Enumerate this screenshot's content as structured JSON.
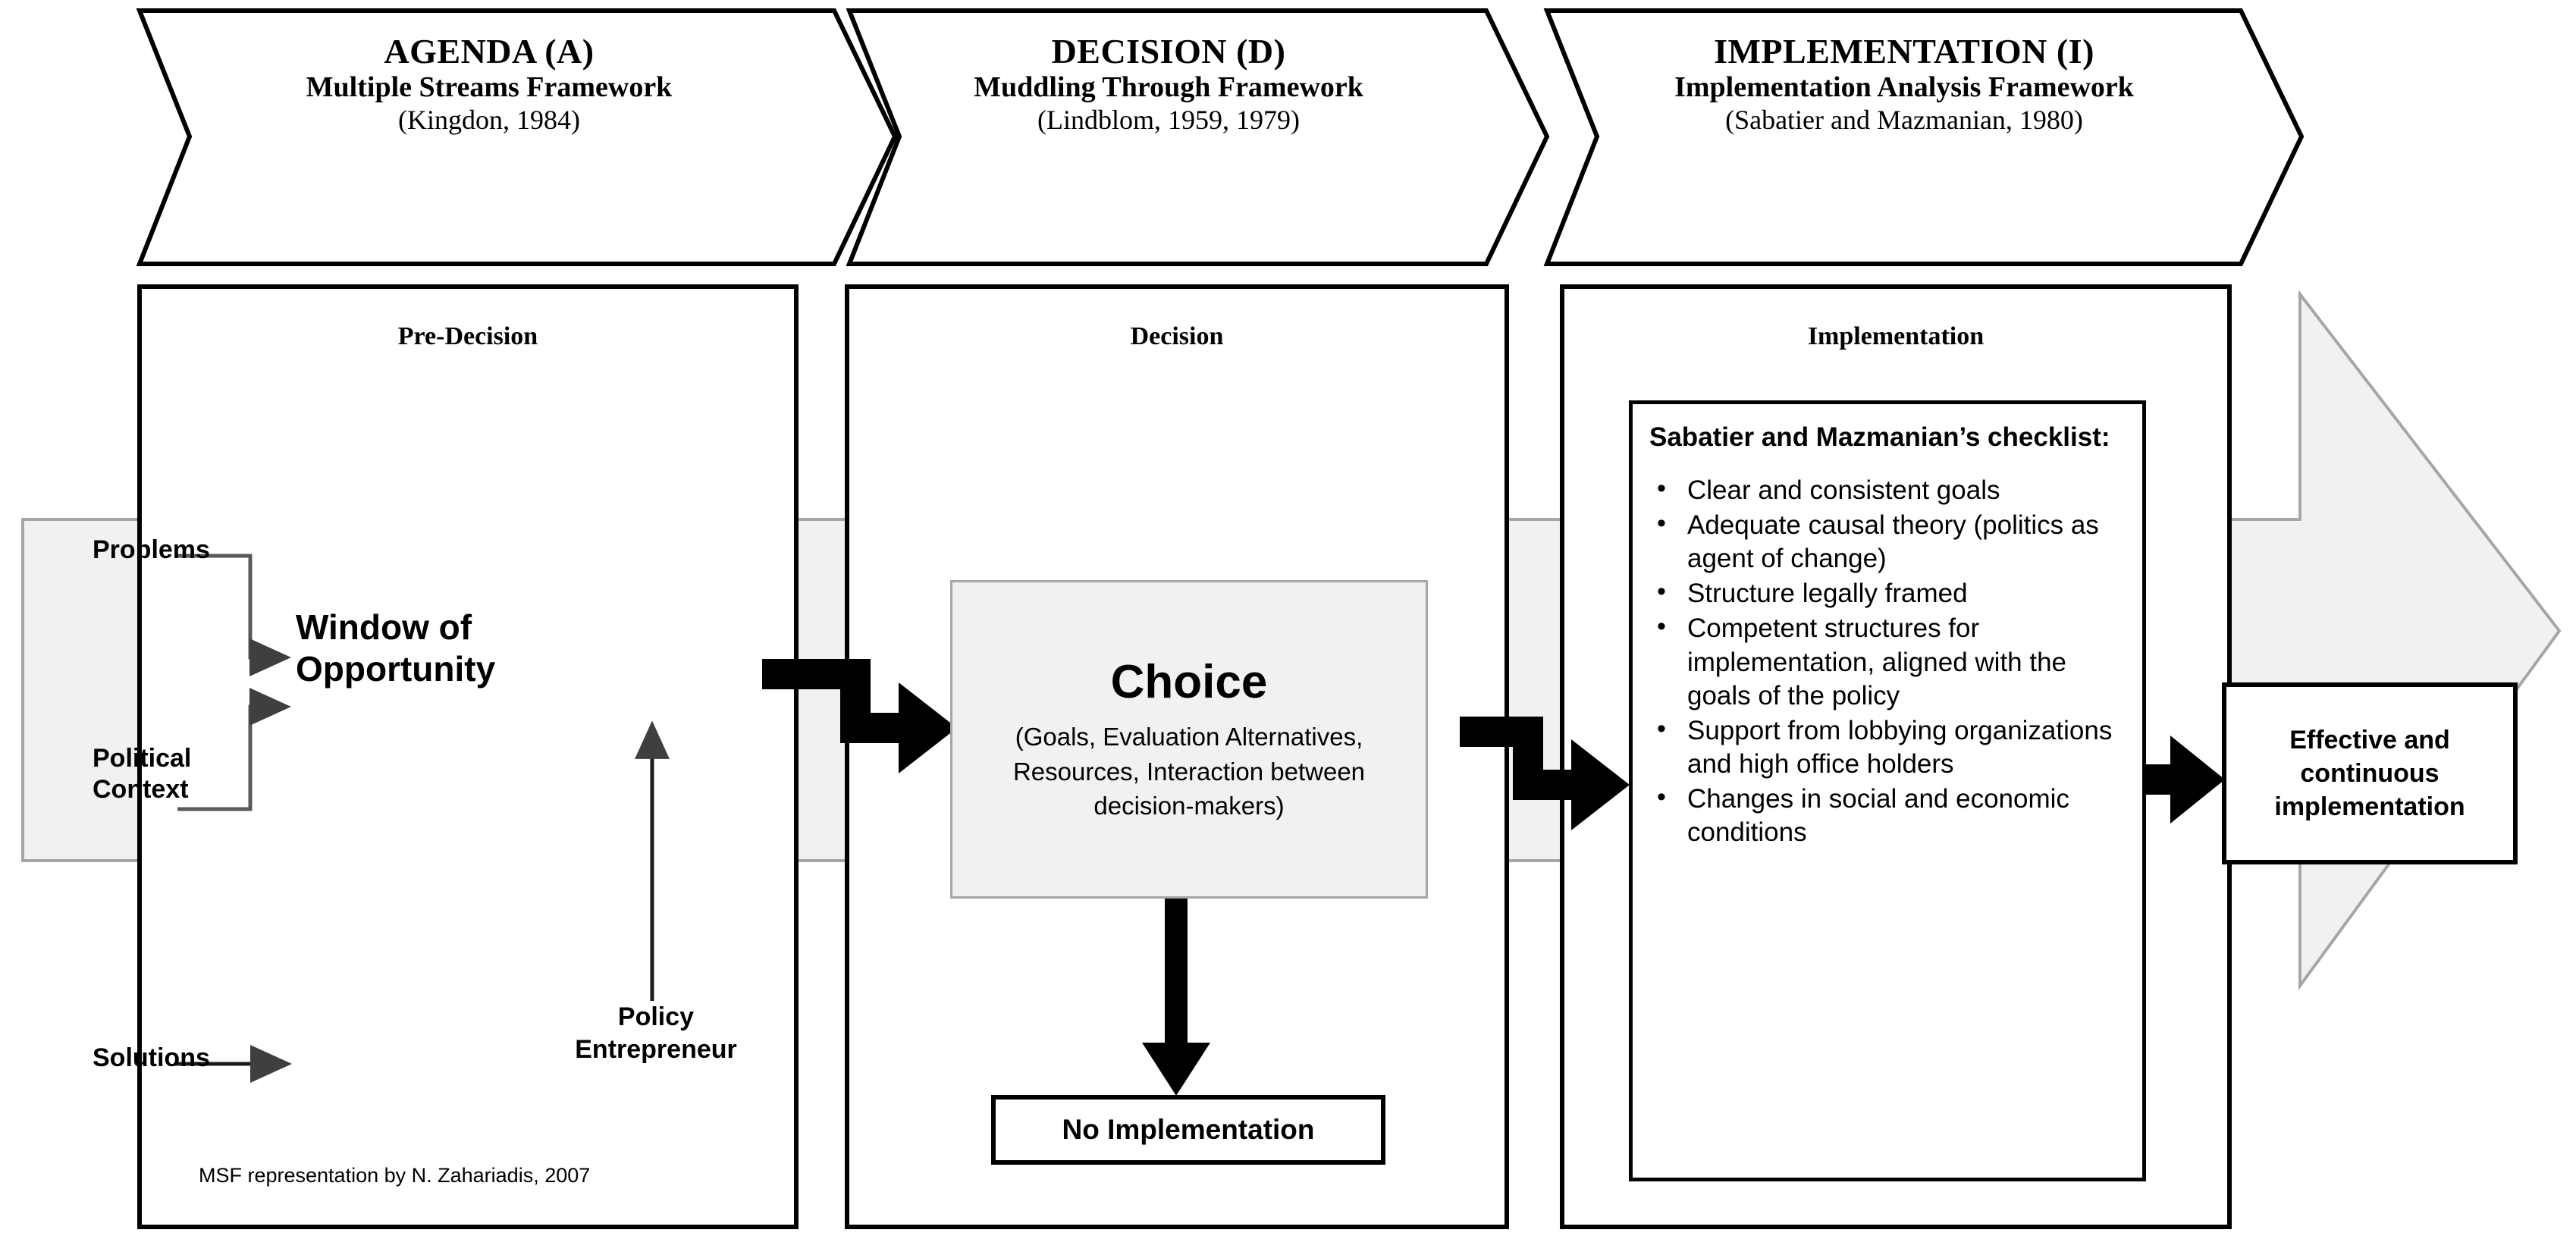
{
  "diagram": {
    "title_implicit": "Policy process: Agenda, Decision, Implementation",
    "accent_gray": "#f1f1f1",
    "outline_gray": "#a6a6a6",
    "line_black": "#000000"
  },
  "stages": [
    {
      "id": "agenda",
      "heading": "AGENDA (A)",
      "framework": "Multiple Streams Framework",
      "citation": "(Kingdon, 1984)",
      "panel_title": "Pre-Decision"
    },
    {
      "id": "decision",
      "heading": "DECISION (D)",
      "framework": "Muddling Through Framework",
      "citation": "(Lindblom, 1959, 1979)",
      "panel_title": "Decision"
    },
    {
      "id": "implementation",
      "heading": "IMPLEMENTATION (I)",
      "framework": "Implementation Analysis Framework",
      "citation": "(Sabatier and Mazmanian, 1980)",
      "panel_title": "Implementation"
    }
  ],
  "pre_decision": {
    "streams": [
      {
        "label": "Problems"
      },
      {
        "label": "Political\nContext"
      },
      {
        "label": "Solutions"
      }
    ],
    "problems_label": "Problems",
    "political_line1": "Political",
    "political_line2": "Context",
    "solutions_label": "Solutions",
    "window_line1": "Window of",
    "window_line2": "Opportunity",
    "entrepreneur_line1": "Policy",
    "entrepreneur_line2": "Entrepreneur",
    "credit": "MSF representation by N. Zahariadis, 2007"
  },
  "decision": {
    "choice_title": "Choice",
    "choice_subtitle": "(Goals, Evaluation Alternatives, Resources, Interaction between decision-makers)",
    "no_implementation": "No Implementation"
  },
  "implementation": {
    "checklist_heading": "Sabatier and Mazmanian’s checklist:",
    "checklist_items": [
      "Clear and consistent goals",
      "Adequate causal theory (politics as agent of change)",
      "Structure legally framed",
      "Competent structures for implementation, aligned with the goals of the policy",
      "Support from lobbying organizations and high office holders",
      "Changes in social and economic conditions"
    ]
  },
  "outcome": {
    "label": "Effective and continuous implementation"
  }
}
